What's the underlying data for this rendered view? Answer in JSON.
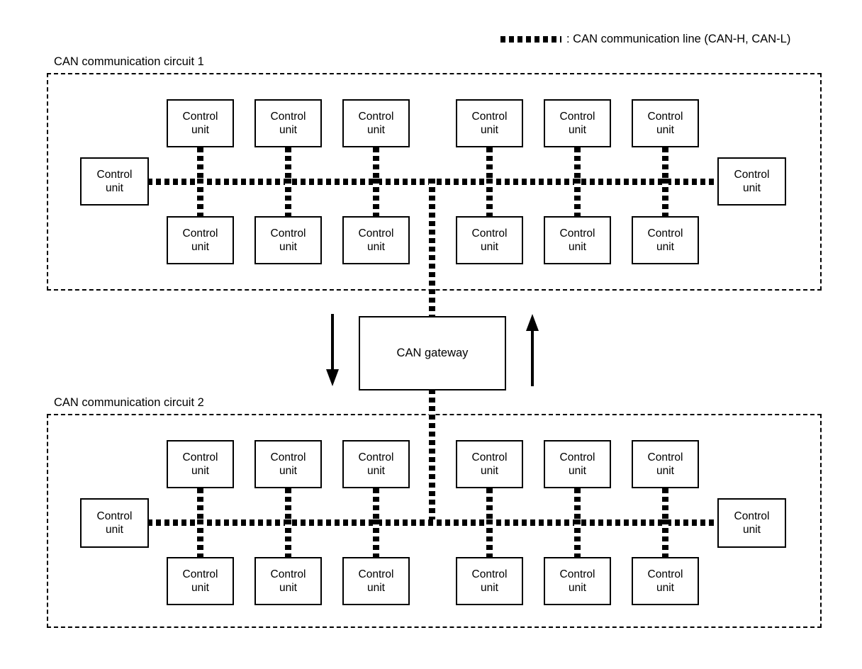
{
  "diagram": {
    "title": "CAN network topology with two communication circuits bridged by a CAN gateway",
    "legend": {
      "icon": "dashed-bus-line-swatch",
      "text": ": CAN communication line (CAN-H, CAN-L)"
    },
    "circuits": [
      {
        "id": "circuit-1",
        "label": "CAN communication circuit 1",
        "left_unit": {
          "line1": "Control",
          "line2": "unit"
        },
        "right_unit": {
          "line1": "Control",
          "line2": "unit"
        },
        "top_row": [
          {
            "line1": "Control",
            "line2": "unit"
          },
          {
            "line1": "Control",
            "line2": "unit"
          },
          {
            "line1": "Control",
            "line2": "unit"
          },
          {
            "line1": "Control",
            "line2": "unit"
          },
          {
            "line1": "Control",
            "line2": "unit"
          },
          {
            "line1": "Control",
            "line2": "unit"
          }
        ],
        "bottom_row": [
          {
            "line1": "Control",
            "line2": "unit"
          },
          {
            "line1": "Control",
            "line2": "unit"
          },
          {
            "line1": "Control",
            "line2": "unit"
          },
          {
            "line1": "Control",
            "line2": "unit"
          },
          {
            "line1": "Control",
            "line2": "unit"
          },
          {
            "line1": "Control",
            "line2": "unit"
          }
        ]
      },
      {
        "id": "circuit-2",
        "label": "CAN communication circuit 2",
        "left_unit": {
          "line1": "Control",
          "line2": "unit"
        },
        "right_unit": {
          "line1": "Control",
          "line2": "unit"
        },
        "top_row": [
          {
            "line1": "Control",
            "line2": "unit"
          },
          {
            "line1": "Control",
            "line2": "unit"
          },
          {
            "line1": "Control",
            "line2": "unit"
          },
          {
            "line1": "Control",
            "line2": "unit"
          },
          {
            "line1": "Control",
            "line2": "unit"
          },
          {
            "line1": "Control",
            "line2": "unit"
          }
        ],
        "bottom_row": [
          {
            "line1": "Control",
            "line2": "unit"
          },
          {
            "line1": "Control",
            "line2": "unit"
          },
          {
            "line1": "Control",
            "line2": "unit"
          },
          {
            "line1": "Control",
            "line2": "unit"
          },
          {
            "line1": "Control",
            "line2": "unit"
          },
          {
            "line1": "Control",
            "line2": "unit"
          }
        ]
      }
    ],
    "gateway": {
      "label": "CAN gateway"
    },
    "arrows": [
      {
        "name": "arrow-down-to-circuit-2",
        "direction": "down"
      },
      {
        "name": "arrow-up-to-circuit-1",
        "direction": "up"
      }
    ],
    "colors": {
      "line": "#000000",
      "background": "#ffffff",
      "dash_gap": "#ffffff"
    }
  }
}
